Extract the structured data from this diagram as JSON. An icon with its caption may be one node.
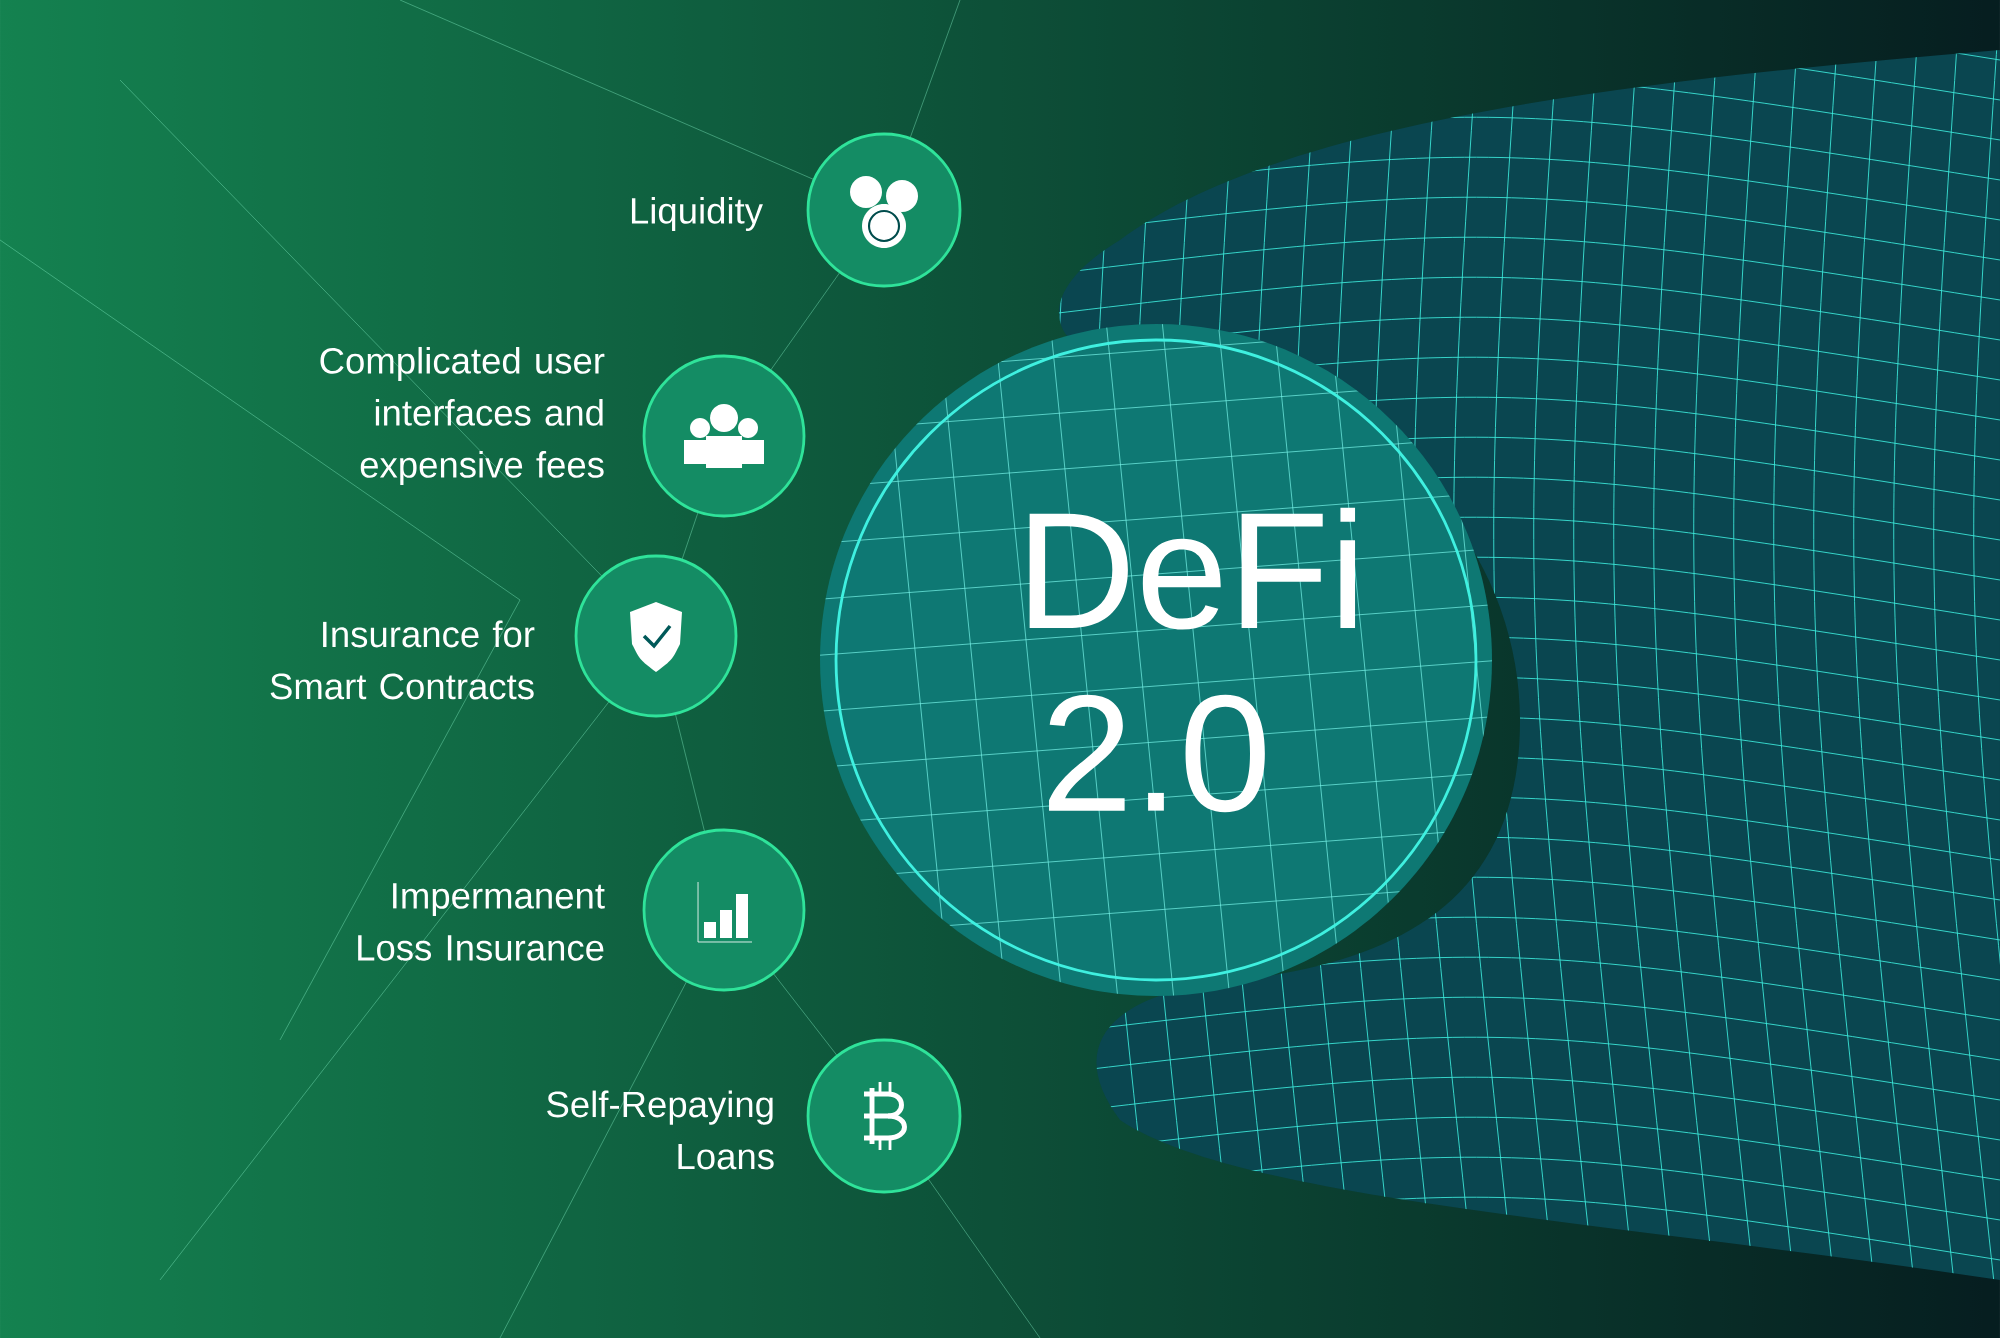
{
  "diagram": {
    "nodes": [
      {
        "text": [
          "DeFi 2.0"
        ]
      },
      {
        "text": [],
        "shape": "circle",
        "beside": [
          "Liquidity"
        ]
      },
      {
        "text": [],
        "shape": "circle",
        "beside": [
          "Complicated user interfaces and expensive fees"
        ]
      },
      {
        "text": [],
        "shape": "circle",
        "beside": [
          "Insurance for Smart Contracts"
        ]
      },
      {
        "text": [],
        "shape": "circle",
        "beside": [
          "Impermanent Loss Insurance"
        ]
      },
      {
        "text": [],
        "shape": "circle",
        "beside": [
          "Self-Repaying Loans"
        ]
      }
    ]
  }
}
